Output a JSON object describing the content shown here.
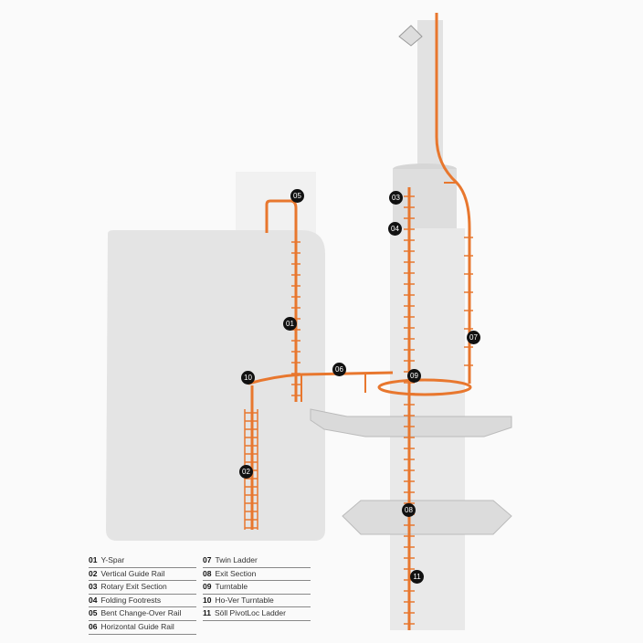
{
  "colors": {
    "rail": "#e8772e",
    "structure": "#e6e6e6",
    "callout": "#111111"
  },
  "legend": [
    {
      "num": "01",
      "label": "Y-Spar"
    },
    {
      "num": "02",
      "label": "Vertical Guide Rail"
    },
    {
      "num": "03",
      "label": "Rotary Exit Section"
    },
    {
      "num": "04",
      "label": "Folding Footrests"
    },
    {
      "num": "05",
      "label": "Bent Change-Over Rail"
    },
    {
      "num": "06",
      "label": "Horizontal Guide Rail"
    },
    {
      "num": "07",
      "label": "Twin Ladder"
    },
    {
      "num": "08",
      "label": "Exit Section"
    },
    {
      "num": "09",
      "label": "Turntable"
    },
    {
      "num": "10",
      "label": "Ho-Ver Turntable"
    },
    {
      "num": "11",
      "label": "Söll PivotLoc Ladder"
    }
  ]
}
